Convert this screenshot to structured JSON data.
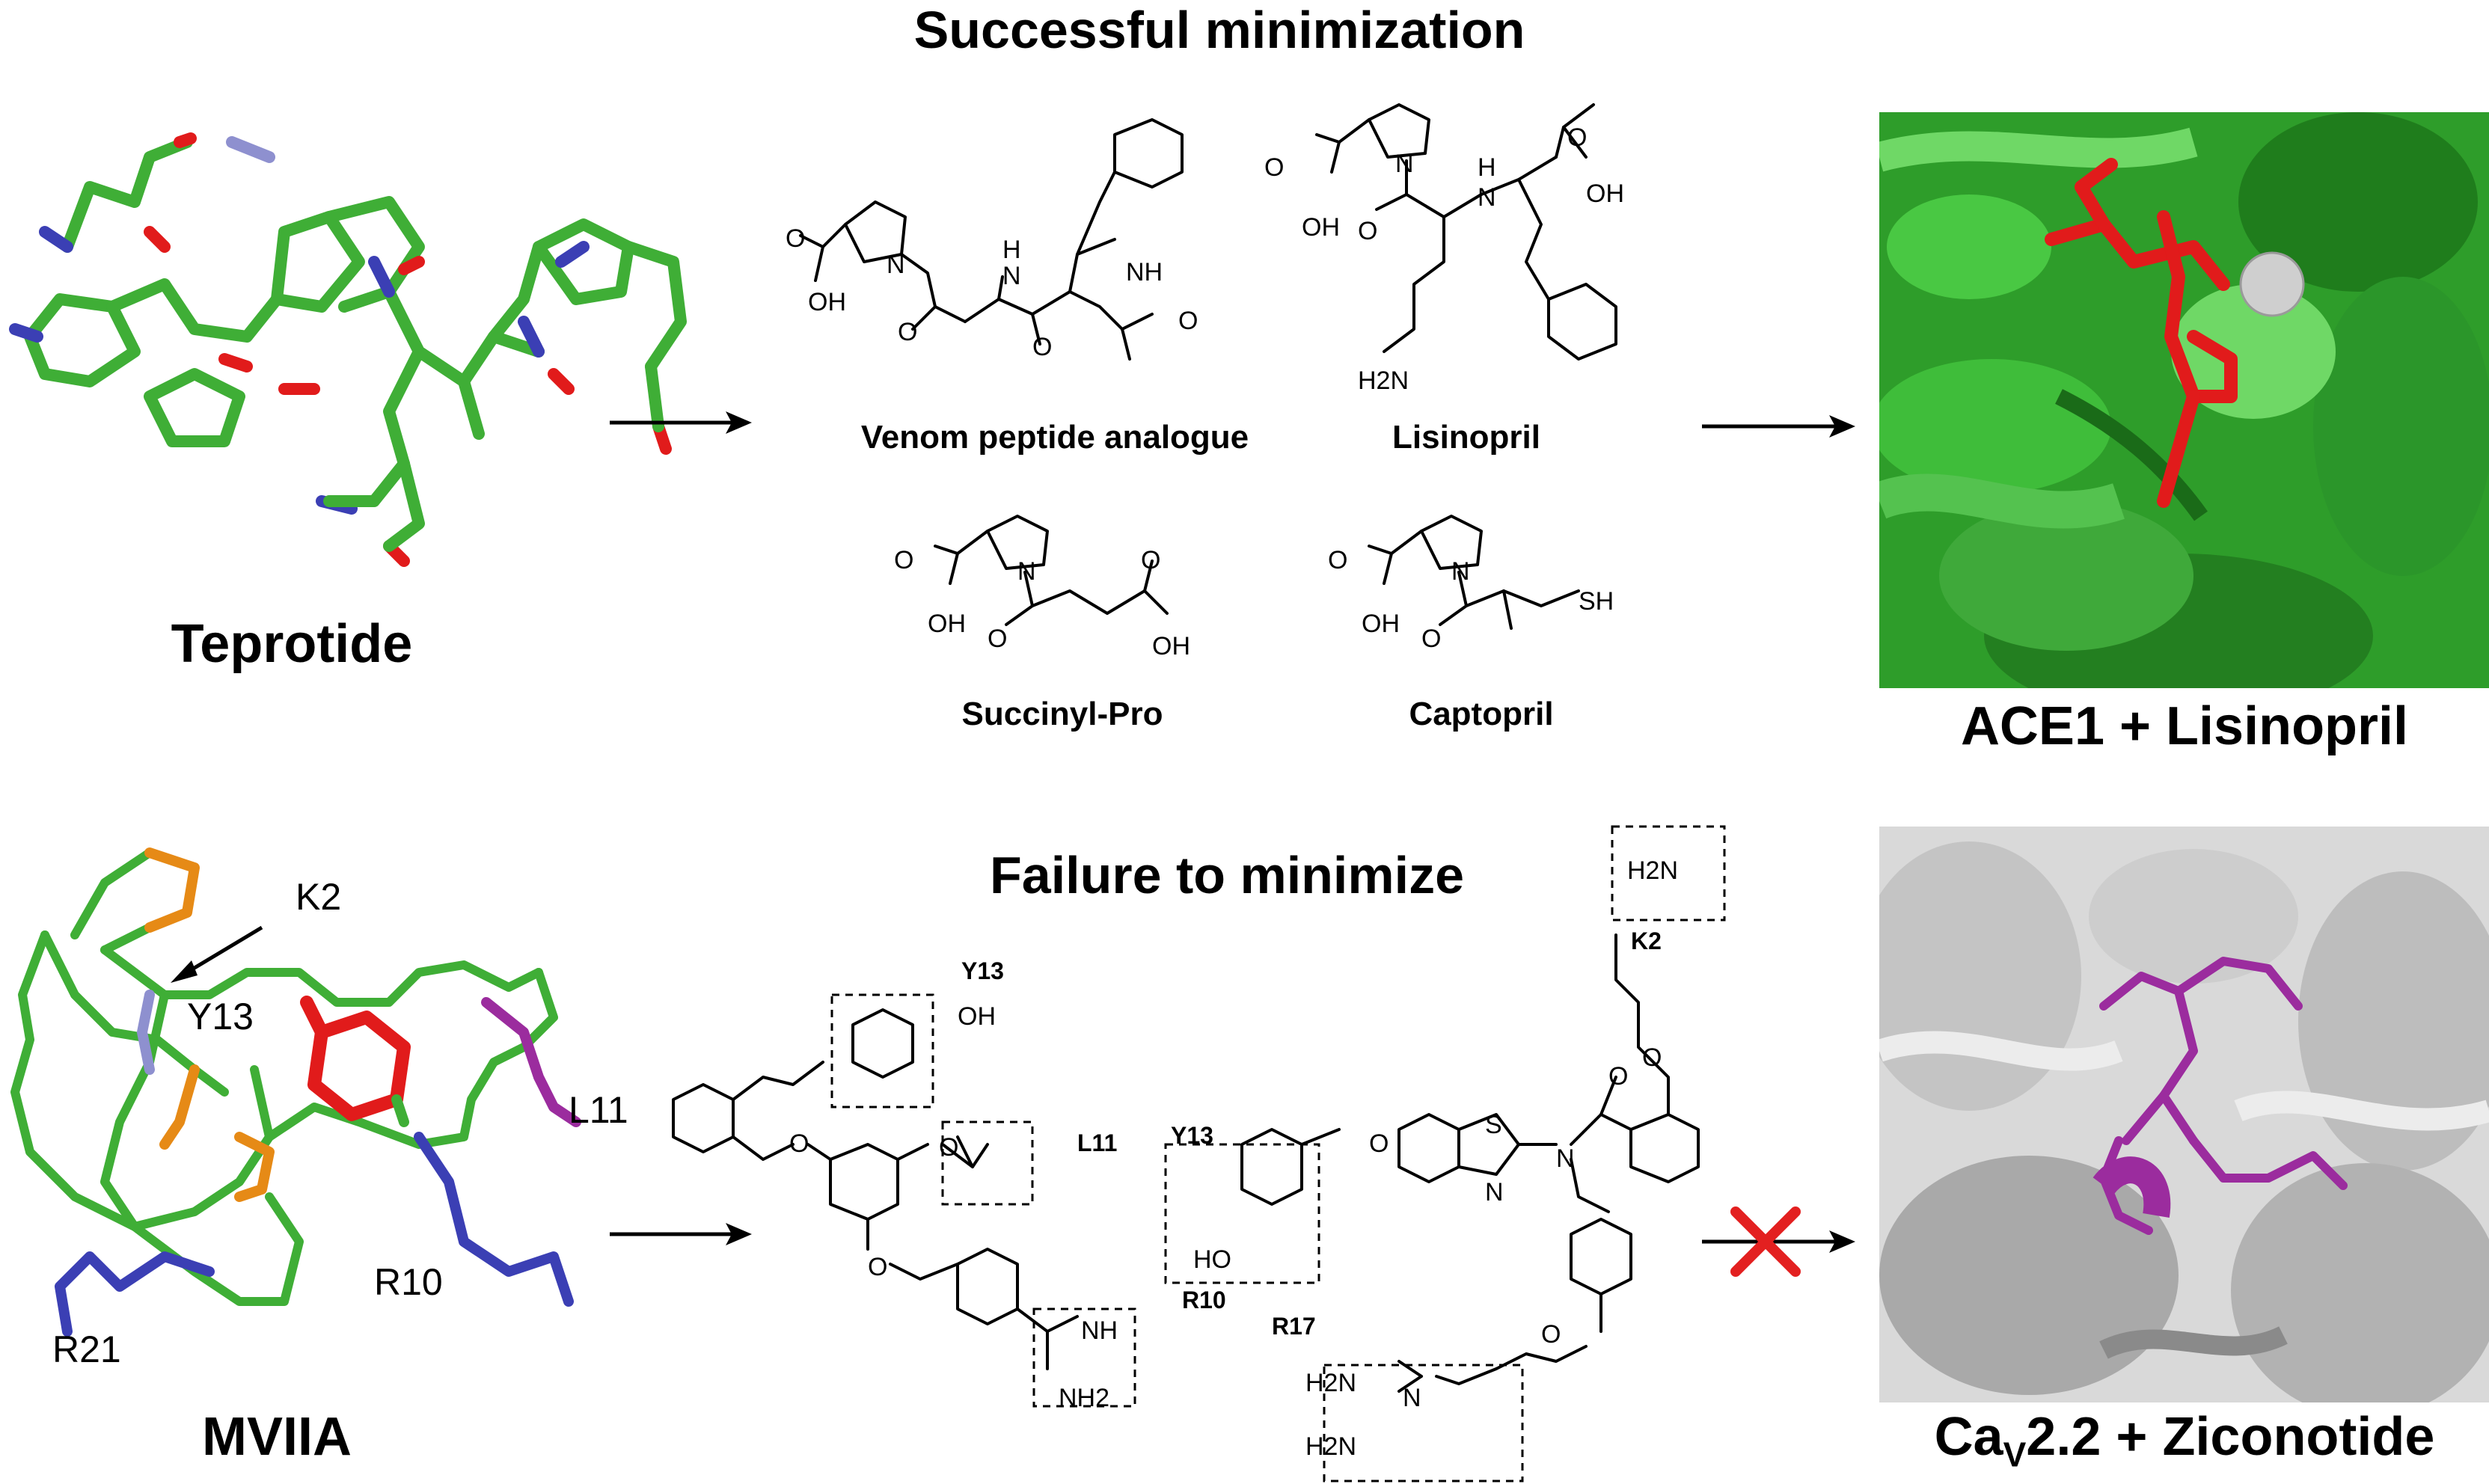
{
  "headings": {
    "top": "Successful minimization",
    "bottom": "Failure to minimize"
  },
  "panels": {
    "teprotide": "Teprotide",
    "mviia": "MVIIA",
    "ace1": "ACE1 + Lisinopril",
    "cav_prefix": "Ca",
    "cav_sub": "V",
    "cav_suffix": "2.2 + Ziconotide"
  },
  "molecules": {
    "venom": "Venom peptide analogue",
    "lisinopril": "Lisinopril",
    "succinyl": "Succinyl-Pro",
    "captopril": "Captopril"
  },
  "residues": {
    "k2": "K2",
    "y13": "Y13",
    "l11": "L11",
    "r10": "R10",
    "r21": "R21"
  },
  "box_tags": {
    "left_y13": "Y13",
    "left_l11": "L11",
    "left_r10": "R10",
    "right_y13": "Y13",
    "right_k2": "K2",
    "right_r17": "R17"
  },
  "chem_text": {
    "oh": "OH",
    "ho": "HO",
    "o": "O",
    "n": "N",
    "h": "H",
    "nh": "NH",
    "h2n": "H2N",
    "nh2": "NH2",
    "sh": "SH",
    "s": "S"
  },
  "colors": {
    "carbon": "#3fae36",
    "nitrogen": "#3b3fb4",
    "oxygen": "#e11b1b",
    "sulfur": "#e68a16",
    "magenta": "#9b2c9e",
    "protein_green": "#2e9d2a",
    "protein_grey": "#b9b9b9",
    "red_x": "#e32020"
  }
}
